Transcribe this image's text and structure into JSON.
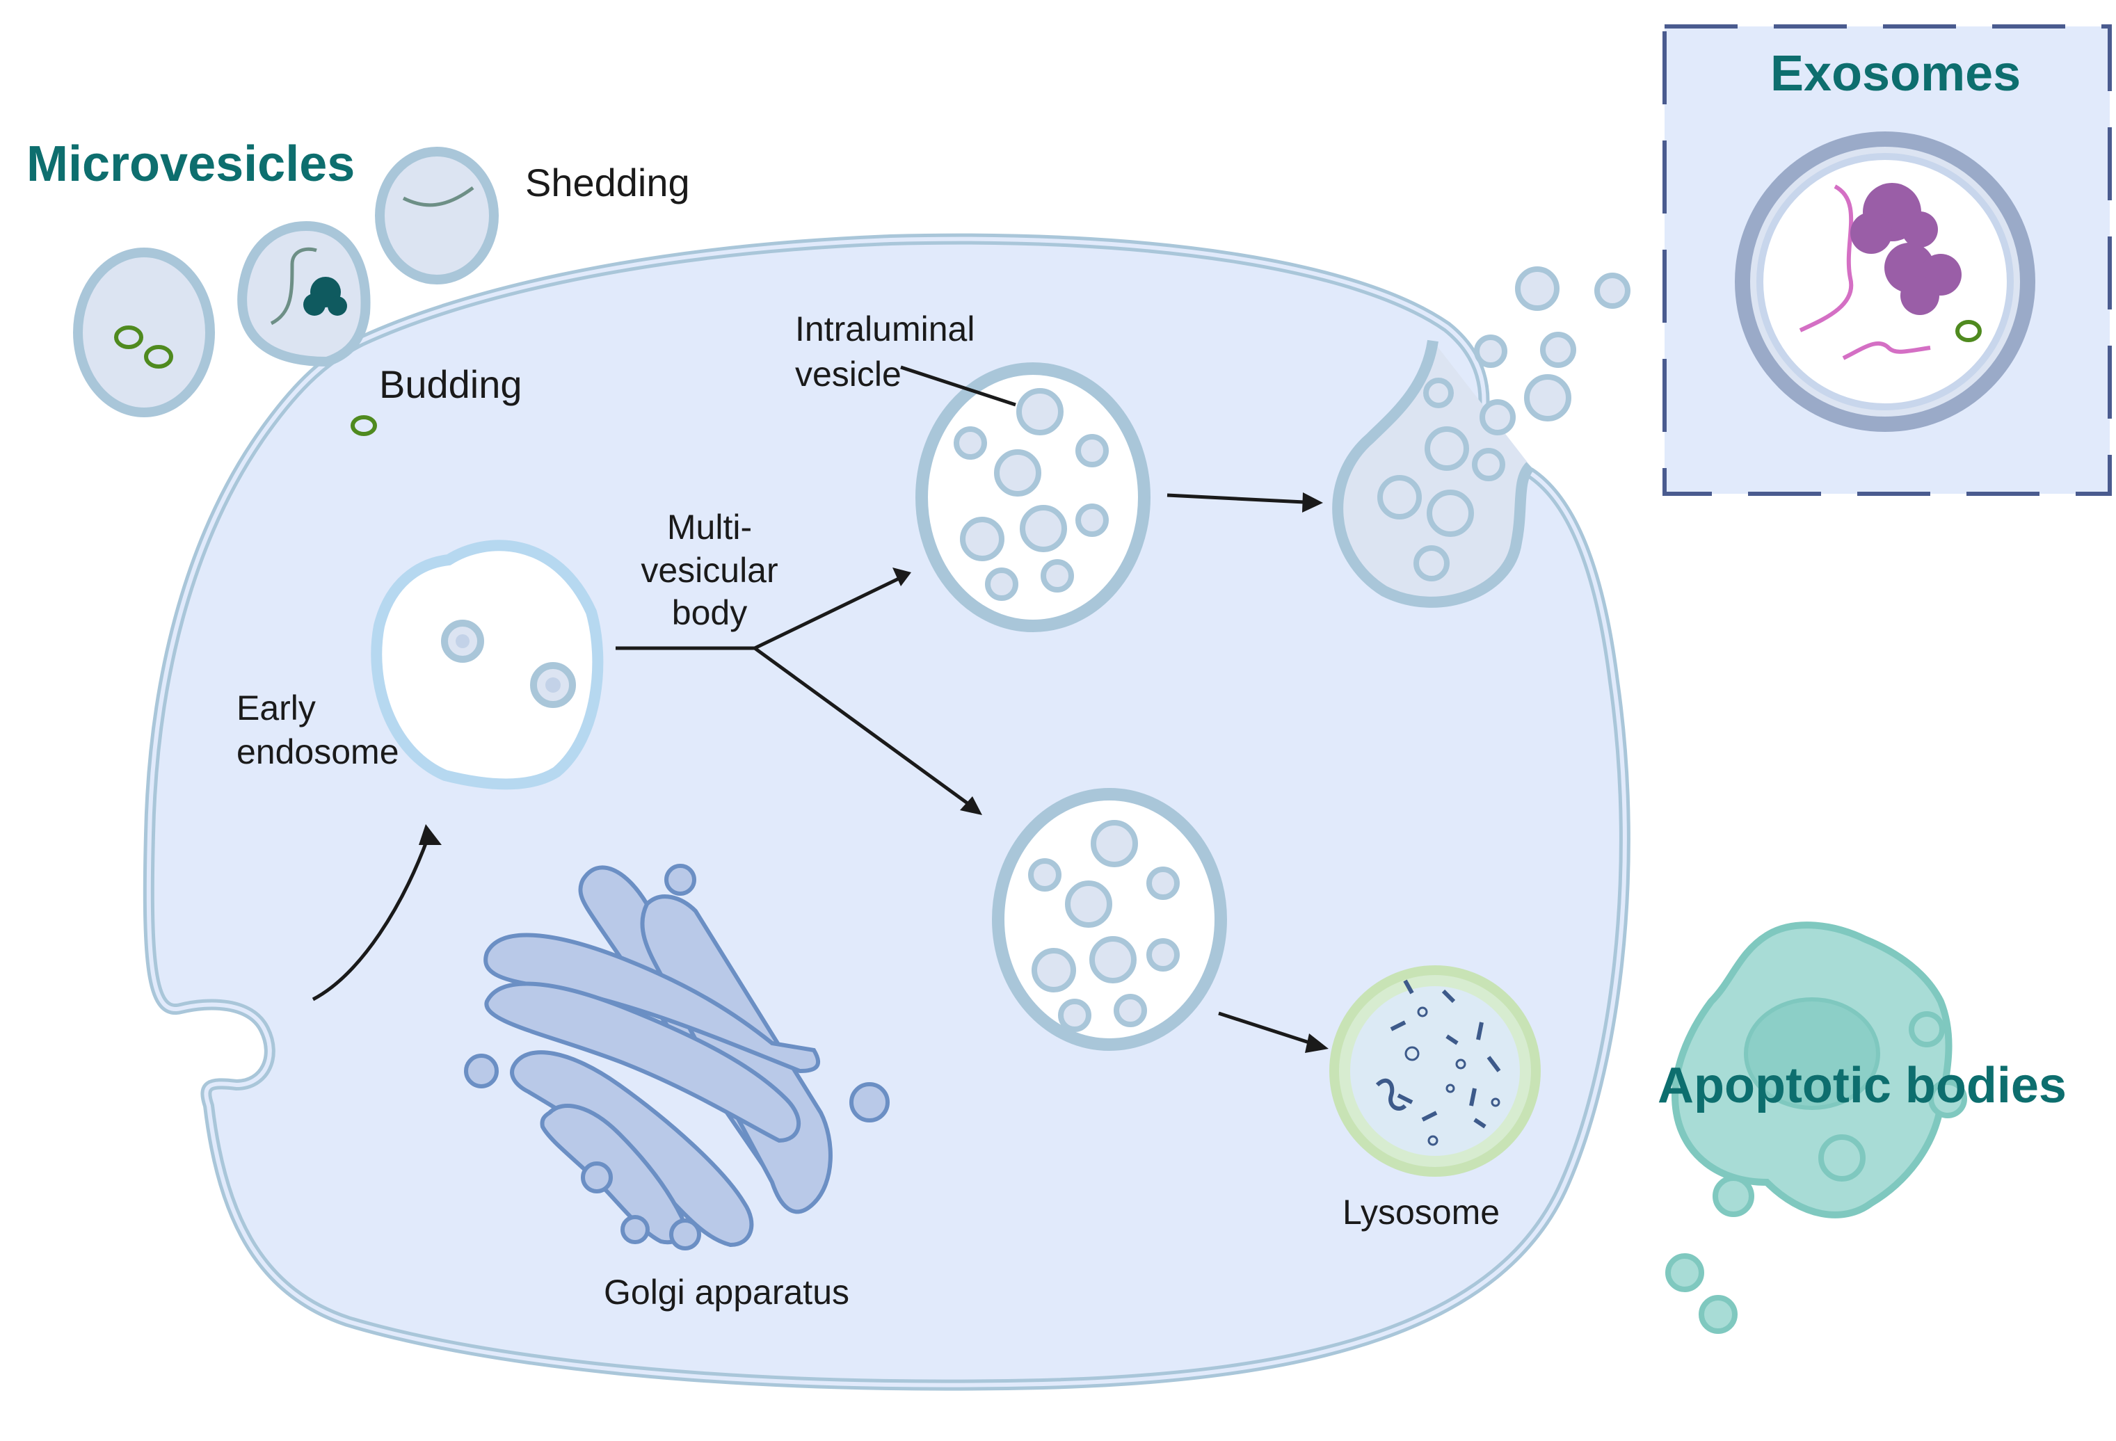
{
  "colors": {
    "teal_title": "#0d6e6e",
    "cell_fill": "#e1eafb",
    "membrane": "#a9c6d9",
    "vesicle_fill": "#dce4f2",
    "golgi": "#b9c9e8",
    "golgi_stroke": "#6b8fc4",
    "lysosome": "#d7ecd0",
    "apoptotic": "#a8dcd6",
    "protein": "#9a5ea7",
    "rna": "#d46fc4",
    "exo_box_fill": "#e1eafb",
    "exo_box_stroke": "#4a5b8f"
  },
  "titles": {
    "microvesicles": "Microvesicles",
    "exosomes": "Exosomes",
    "apoptotic": "Apoptotic bodies"
  },
  "labels": {
    "shedding": "Shedding",
    "budding": "Budding",
    "intraluminal_1": "Intraluminal",
    "intraluminal_2": "vesicle",
    "mvb_1": "Multi-",
    "mvb_2": "vesicular",
    "mvb_3": "body",
    "early_1": "Early",
    "early_2": "endosome",
    "golgi": "Golgi apparatus",
    "lysosome": "Lysosome"
  }
}
